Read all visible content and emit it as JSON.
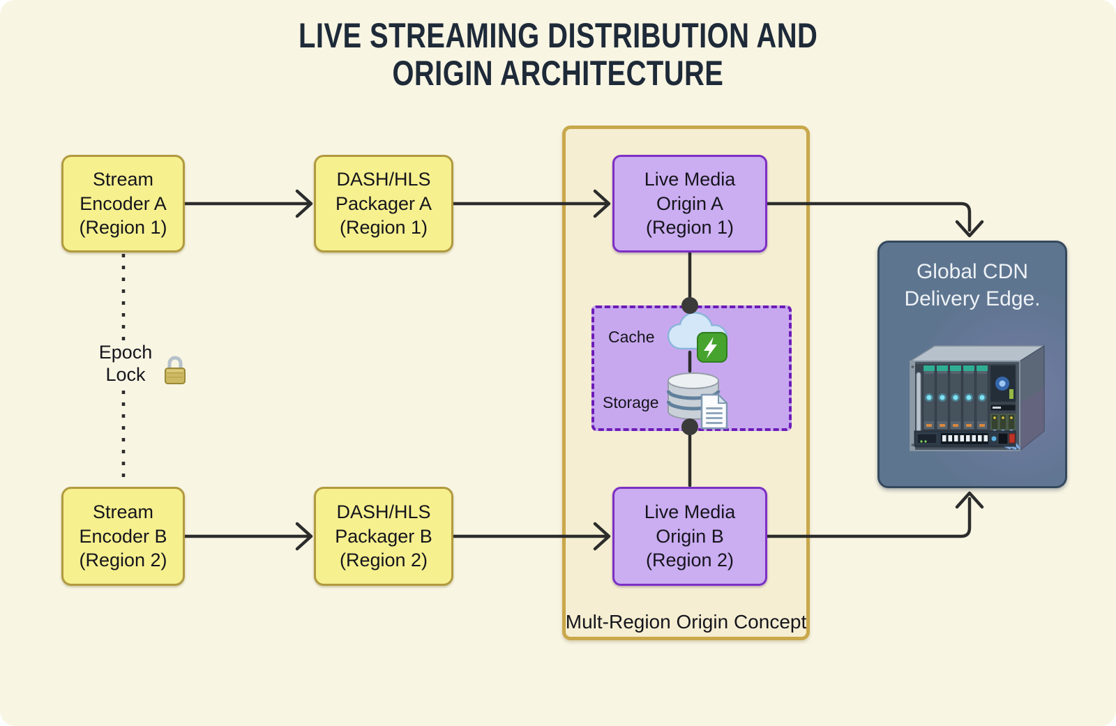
{
  "title": {
    "line1": "LIVE STREAMING DISTRIBUTION AND",
    "line2": "ORIGIN ARCHITECTURE"
  },
  "nodes": {
    "encoder_a": {
      "label": "Stream\nEncoder A\n(Region 1)"
    },
    "packager_a": {
      "label": "DASH/HLS\nPackager A\n(Region 1)"
    },
    "origin_a": {
      "label": "Live Media\nOrigin A\n(Region 1)"
    },
    "encoder_b": {
      "label": "Stream\nEncoder B\n(Region 2)"
    },
    "packager_b": {
      "label": "DASH/HLS\nPackager B\n(Region 2)"
    },
    "origin_b": {
      "label": "Live Media\nOrigin B\n(Region 2)"
    },
    "cdn": {
      "label": "Global CDN\nDelivery Edge."
    }
  },
  "container_label": "Mult-Region Origin Concept",
  "cache_storage": {
    "cache_label": "Cache",
    "storage_label": "Storage"
  },
  "epoch_lock": {
    "label": "Epoch\nLock"
  },
  "icons": {
    "epoch": "lock-icon",
    "cache": "cloud-lightning-icon",
    "storage": "database-document-icon",
    "cdn": "server-rack-illustration"
  },
  "colors": {
    "background": "#f8f5e3",
    "title_text": "#1e2a38",
    "yellow_fill": "#f6f08f",
    "yellow_border": "#b19a3f",
    "purple_fill": "#cbadf2",
    "purple_border": "#7c30c4",
    "container_fill": "#f5eed2",
    "container_border": "#c9a84b",
    "dashed_fill": "#c7a8ef",
    "dashed_border": "#6d1cb8",
    "cdn_fill": "#5e7590",
    "cdn_border": "#35495d",
    "cdn_text": "#eef2f6",
    "arrow": "#2c2c2c",
    "dot": "#3a3a3a"
  }
}
